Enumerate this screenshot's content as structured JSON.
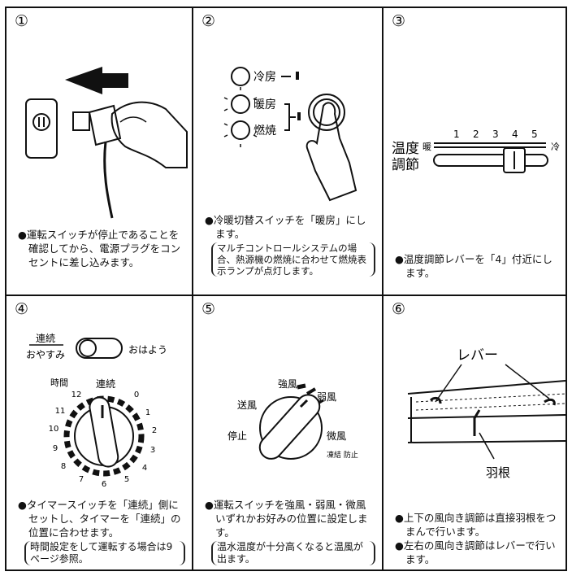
{
  "panels": [
    {
      "num": "①",
      "bullets": [
        "●運転スイッチが停止であることを確認してから、電源プラグをコンセントに差し込みます。"
      ],
      "note": ""
    },
    {
      "num": "②",
      "labels": {
        "cool": "冷房",
        "heat": "暖房",
        "burn": "燃焼"
      },
      "bullets": [
        "●冷暖切替スイッチを「暖房」にします。"
      ],
      "note": "マルチコントロールシステムの場合、熱源機の燃焼に合わせて燃焼表示ランプが点灯します。"
    },
    {
      "num": "③",
      "labels": {
        "title1": "温度",
        "title2": "調節",
        "warm": "暖",
        "cold": "冷",
        "scale": [
          "1",
          "2",
          "3",
          "4",
          "5"
        ]
      },
      "bullets": [
        "●温度調節レバーを「4」付近にします。"
      ],
      "note": ""
    },
    {
      "num": "④",
      "labels": {
        "continuous": "連続",
        "oyasumi": "おやすみ",
        "ohayou": "おはよう",
        "jikan": "時間",
        "dial_top": "連続",
        "dial": [
          "12",
          "0",
          "1",
          "2",
          "3",
          "4",
          "5",
          "6",
          "7",
          "8",
          "9",
          "10",
          "11"
        ]
      },
      "bullets": [
        "●タイマースイッチを「連続」側にセットし、タイマーを「連続」の位置に合わせます。"
      ],
      "note": "時間設定をして運転する場合は9ページ参照。"
    },
    {
      "num": "⑤",
      "labels": {
        "strong": "強風",
        "weak": "弱風",
        "fan": "送風",
        "stop": "停止",
        "micro": "微風",
        "cond": "凍結\n防止"
      },
      "bullets": [
        "●運転スイッチを強風・弱風・微風いずれかお好みの位置に設定します。"
      ],
      "note": "温水温度が十分高くなると温風が出ます。"
    },
    {
      "num": "⑥",
      "labels": {
        "lever": "レバー",
        "vane": "羽根"
      },
      "bullets": [
        "●上下の風向き調節は直接羽根をつまんで行います。",
        "●左右の風向き調節はレバーで行います。"
      ],
      "note": ""
    }
  ]
}
